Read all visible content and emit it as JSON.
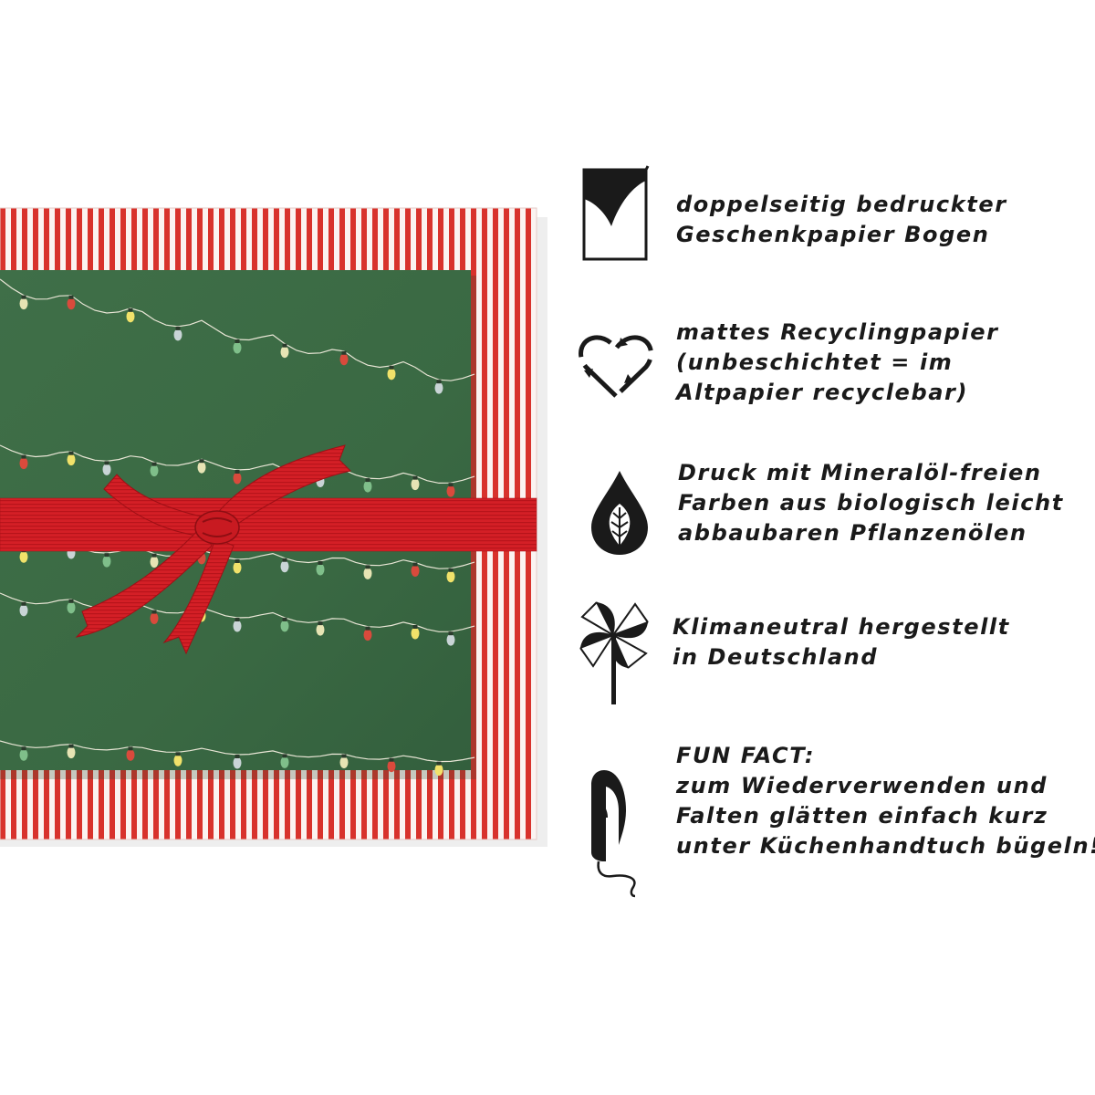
{
  "image": {
    "subject": "gift-box-photo",
    "colors": {
      "green_paper": "#3d6b46",
      "red_stripe": "#d8322c",
      "ribbon": "#d41f26",
      "ink": "#1a1a1a"
    }
  },
  "features": [
    {
      "icon": "double-sided-sheet-icon",
      "lines": [
        "doppelseitig bedruckter",
        "Geschenkpapier Bogen"
      ]
    },
    {
      "icon": "recycling-heart-icon",
      "lines": [
        "mattes Recyclingpapier",
        "(unbeschichtet = im",
        "Altpapier recyclebar)"
      ]
    },
    {
      "icon": "leaf-drop-icon",
      "lines": [
        "Druck mit Mineralöl-freien",
        "Farben aus biologisch leicht",
        "abbaubaren Pflanzenölen"
      ]
    },
    {
      "icon": "pinwheel-icon",
      "lines": [
        "Klimaneutral hergestellt",
        "in Deutschland"
      ]
    },
    {
      "icon": "iron-icon",
      "lines": [
        "FUN FACT:",
        "zum Wiederverwenden und",
        "Falten glätten einfach kurz",
        "unter Küchenhandtuch bügeln!"
      ]
    }
  ]
}
